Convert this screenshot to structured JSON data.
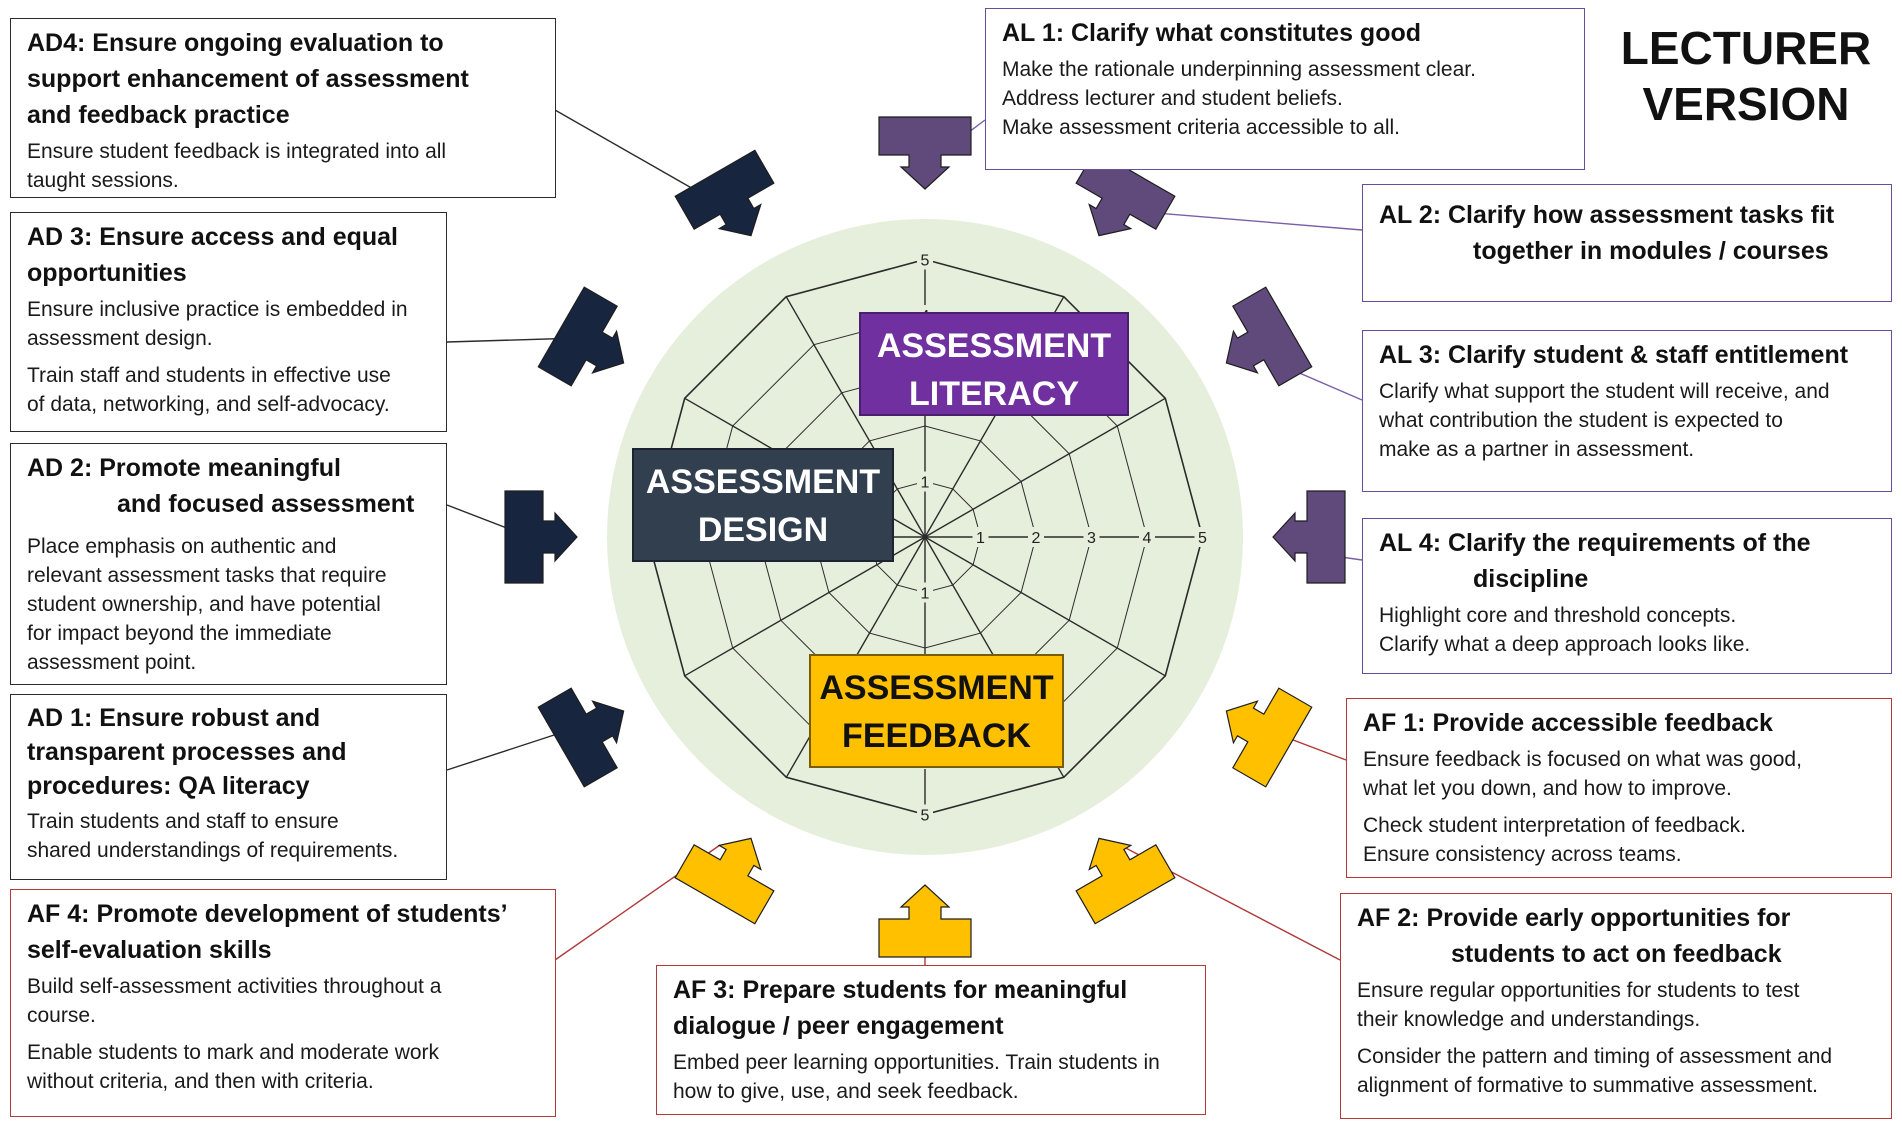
{
  "version_label": [
    "LECTURER",
    "VERSION"
  ],
  "categories": {
    "literacy": [
      "ASSESSMENT",
      "LITERACY"
    ],
    "design": [
      "ASSESSMENT",
      "DESIGN"
    ],
    "feedback": [
      "ASSESSMENT",
      "FEEDBACK"
    ]
  },
  "colors": {
    "literacy": "#7030a0",
    "literacy_arrow": "#604a7b",
    "design": "#323f4f",
    "design_arrow": "#17253f",
    "feedback": "#ffc000",
    "radar_fill": "#e6efdb",
    "literacy_line": "#7b5ea7",
    "design_line": "#2b2b2b",
    "feedback_line": "#b03a3a"
  },
  "radar": {
    "spokes": 12,
    "scale_max": 5,
    "tick_labels": [
      "1",
      "2",
      "3",
      "4",
      "5"
    ]
  },
  "boxes": {
    "AD4": {
      "title": [
        "AD4: Ensure ongoing evaluation to",
        "support enhancement of assessment",
        "and feedback practice"
      ],
      "body": [
        [
          "Ensure student feedback is integrated into all",
          "taught sessions."
        ]
      ]
    },
    "AD3": {
      "title": [
        "AD 3: Ensure access and equal",
        "opportunities"
      ],
      "body": [
        [
          "Ensure inclusive practice is embedded in",
          "assessment design."
        ],
        [
          "Train staff and students  in effective use",
          "of data, networking, and self-advocacy."
        ]
      ]
    },
    "AD2": {
      "title": [
        "AD 2: Promote meaningful",
        "and focused assessment"
      ],
      "body": [
        [
          "Place emphasis on authentic and",
          "relevant assessment tasks that require",
          "student ownership, and have potential",
          "for impact beyond the immediate",
          "assessment point."
        ]
      ]
    },
    "AD1": {
      "title": [
        "AD 1: Ensure robust and",
        "transparent processes and",
        "procedures: QA literacy"
      ],
      "body": [
        [
          "Train students and staff to ensure",
          "shared understandings of requirements."
        ]
      ]
    },
    "AF4": {
      "title": [
        "AF 4:  Promote development of students’",
        "self-evaluation  skills"
      ],
      "body": [
        [
          "Build self-assessment activities throughout a",
          "course."
        ],
        [
          "Enable students to mark and moderate work",
          "without criteria, and then with criteria."
        ]
      ]
    },
    "AF3": {
      "title": [
        "AF 3:  Prepare students for meaningful",
        "dialogue  / peer engagement"
      ],
      "body": [
        [
          "Embed peer learning opportunities. Train students in",
          "how to give, use, and seek feedback."
        ]
      ]
    },
    "AF2": {
      "title": [
        "AF 2:  Provide early opportunities for",
        "students to act on feedback"
      ],
      "body": [
        [
          "Ensure regular opportunities for students to test",
          "their knowledge and understandings."
        ],
        [
          "Consider the pattern and timing of assessment and",
          "alignment of formative to summative assessment."
        ]
      ]
    },
    "AF1": {
      "title": [
        "AF 1: Provide accessible feedback"
      ],
      "body": [
        [
          "Ensure feedback is focused on what was good,",
          "what let you down, and how to improve."
        ],
        [
          "Check student interpretation of feedback.",
          "Ensure consistency across teams."
        ]
      ]
    },
    "AL1": {
      "title": [
        "AL 1: Clarify  what constitutes good"
      ],
      "body": [
        [
          "Make the rationale underpinning assessment clear.",
          "Address lecturer and student beliefs.",
          "Make assessment criteria accessible to all."
        ]
      ]
    },
    "AL2": {
      "title": [
        "AL 2:    Clarify  how assessment tasks fit",
        "together in modules / courses"
      ],
      "body": []
    },
    "AL3": {
      "title": [
        "AL 3: Clarify student & staff entitlement"
      ],
      "body": [
        [
          "Clarify what support the student will receive, and",
          "what contribution the student is expected to",
          "make as a partner in assessment."
        ]
      ]
    },
    "AL4": {
      "title": [
        "AL 4: Clarify the requirements of the",
        "discipline"
      ],
      "body": [
        [
          "Highlight core and threshold concepts.",
          "Clarify what a deep approach looks like."
        ]
      ]
    }
  }
}
